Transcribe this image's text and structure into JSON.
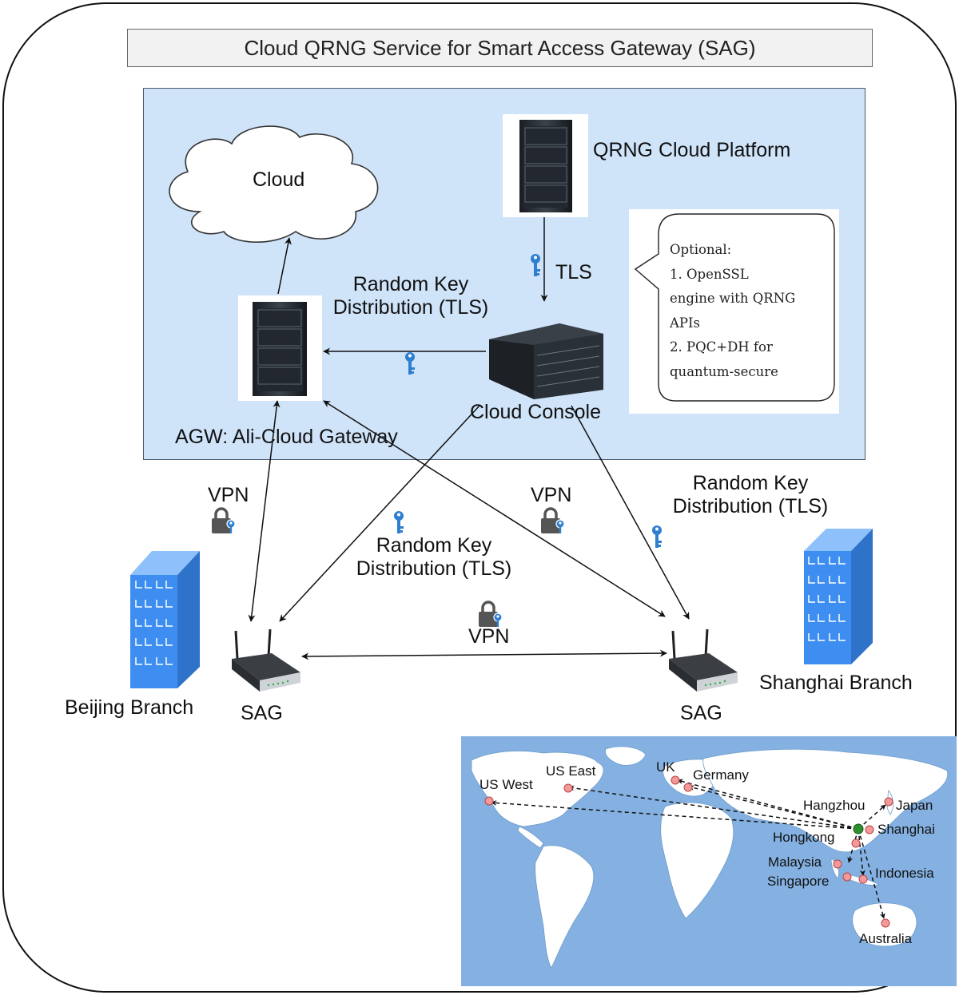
{
  "title": "Cloud QRNG Service for Smart Access Gateway (SAG)",
  "nodes": {
    "cloud": "Cloud",
    "qrng_platform": "QRNG Cloud Platform",
    "cloud_console": "Cloud Console",
    "agw": "AGW: Ali-Cloud Gateway",
    "sag_left": "SAG",
    "sag_right": "SAG",
    "beijing": "Beijing Branch",
    "shanghai": "Shanghai Branch"
  },
  "edges": {
    "tls": "TLS",
    "rkd_top_line1": "Random Key",
    "rkd_top_line2": "Distribution (TLS)",
    "rkd_mid_line1": "Random Key",
    "rkd_mid_line2": "Distribution (TLS)",
    "rkd_right_line1": "Random Key",
    "rkd_right_line2": "Distribution (TLS)",
    "vpn_left": "VPN",
    "vpn_center": "VPN",
    "vpn_bottom": "VPN"
  },
  "note": {
    "lines": [
      "Optional:",
      "1. OpenSSL",
      "engine with QRNG",
      "APIs",
      "2. PQC+DH for",
      "quantum-secure"
    ]
  },
  "map": {
    "locations": {
      "us_west": "US West",
      "us_east": "US East",
      "uk": "UK",
      "germany": "Germany",
      "hangzhou": "Hangzhou",
      "japan": "Japan",
      "shanghai": "Shanghai",
      "hongkong": "Hongkong",
      "malaysia": "Malaysia",
      "singapore": "Singapore",
      "indonesia": "Indonesia",
      "australia": "Australia"
    }
  },
  "colors": {
    "panel": "#cfe3f9",
    "building": "#3d8ef0",
    "key": "#2f7fd1",
    "ocean": "#84b1e1",
    "land": "#ffffff",
    "node_red": "#f29a9a",
    "node_green": "#2f8f2f"
  }
}
